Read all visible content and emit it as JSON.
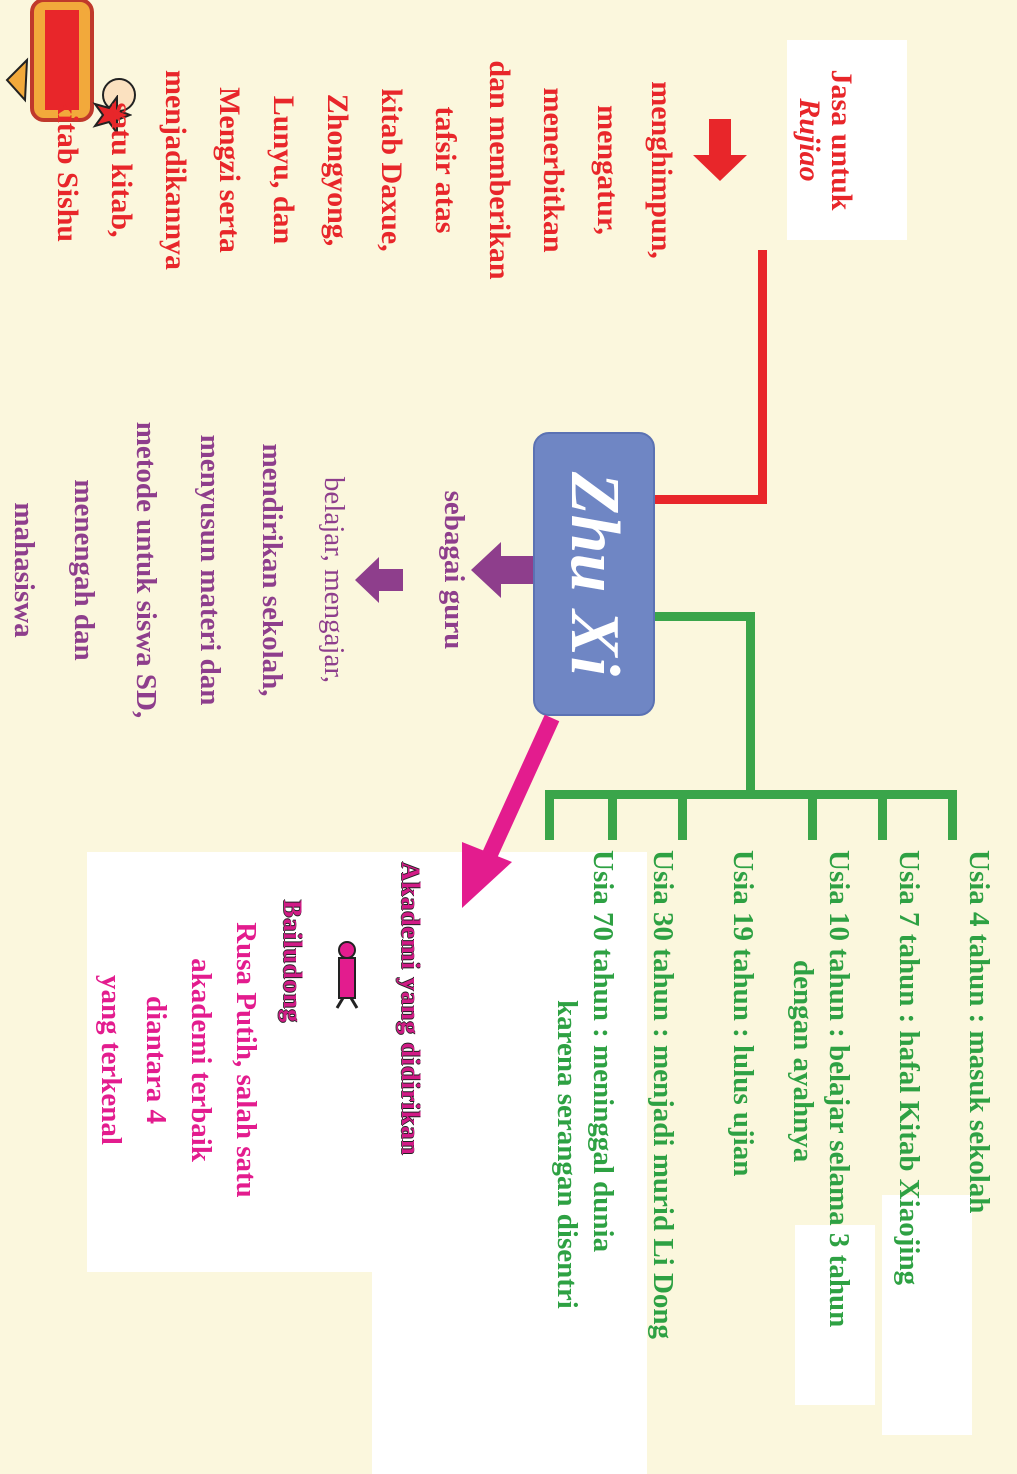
{
  "center": {
    "title": "Zhu Xi"
  },
  "contribution": {
    "heading_line1": "Jasa untuk",
    "heading_line2": "Rujiao",
    "lines": [
      "menghimpun,",
      "mengatur,",
      "menerbitkan",
      "dan memberikan",
      "tafsir atas",
      "kitab Daxue,",
      "Zhongyong,",
      "Lunyu, dan",
      "Mengzi serta",
      "menjadikannya",
      "satu kitab,",
      "kitab Sishu"
    ]
  },
  "timeline": {
    "items": [
      "Usia 4 tahun : masuk sekolah",
      "Usia 7 tahun : hafal Kitab Xiaojing",
      "Usia 10 tahun : belajar selama 3 tahun",
      "dengan ayahnya",
      "Usia 19 tahun : lulus ujian",
      "Usia 30 tahun : menjadi murid  Li Dong",
      "Usia 70 tahun : meninggal dunia",
      "karena serangan disentri"
    ]
  },
  "teacher": {
    "heading": "sebagai guru",
    "lines": [
      "belajar, mengajar,",
      "mendirikan sekolah,",
      "menyusun materi dan",
      "metode untuk siswa SD,",
      "menengah dan",
      "mahasiswa"
    ]
  },
  "academy": {
    "noisy_heading": "Akademi yang didirikan",
    "noisy_sub": "Bailudong",
    "lines": [
      "Rusa Putih, salah satu",
      "akademi terbaik",
      "diantara 4",
      "yang terkenal"
    ]
  },
  "colors": {
    "background": "#fbf7dd",
    "center_box": "#6f86c4",
    "red": "#e8262a",
    "green": "#3aa54a",
    "purple": "#8e3e8c",
    "pink": "#e31c8e"
  },
  "icons": [
    "mascot-icon",
    "star-icon",
    "figure-icon",
    "arrow-icon"
  ]
}
